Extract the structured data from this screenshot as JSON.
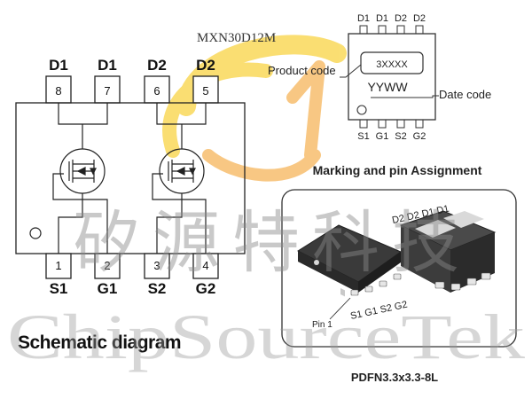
{
  "part_number": "MXN30D12M",
  "schematic": {
    "title": "Schematic diagram",
    "top_pins": [
      {
        "label": "D1",
        "number": "8"
      },
      {
        "label": "D1",
        "number": "7"
      },
      {
        "label": "D2",
        "number": "6"
      },
      {
        "label": "D2",
        "number": "5"
      }
    ],
    "bottom_pins": [
      {
        "label": "S1",
        "number": "1"
      },
      {
        "label": "G1",
        "number": "2"
      },
      {
        "label": "S2",
        "number": "3"
      },
      {
        "label": "G2",
        "number": "4"
      }
    ]
  },
  "marking": {
    "title": "Marking and pin Assignment",
    "top_pins": [
      "D1",
      "D1",
      "D2",
      "D2"
    ],
    "bottom_pins": [
      "S1",
      "G1",
      "S2",
      "G2"
    ],
    "product_code_value": "3XXXX",
    "date_code_value": "YYWW",
    "product_code_label": "Product code",
    "date_code_label": "Date code"
  },
  "package": {
    "name": "PDFN3.3x3.3-8L",
    "top_pins": "D2 D2 D1 D1",
    "bottom_pins": "S1 G1 S2 G2",
    "pin1_label": "Pin 1"
  },
  "watermark": {
    "chinese": "矽源特科技",
    "english": "ChipSourceTek"
  },
  "colors": {
    "line": "#222222",
    "chip_body": "#3a3a3a",
    "logo_yellow": "#f6c400",
    "logo_orange": "#f39a1e",
    "watermark": "#9a9a9a"
  }
}
